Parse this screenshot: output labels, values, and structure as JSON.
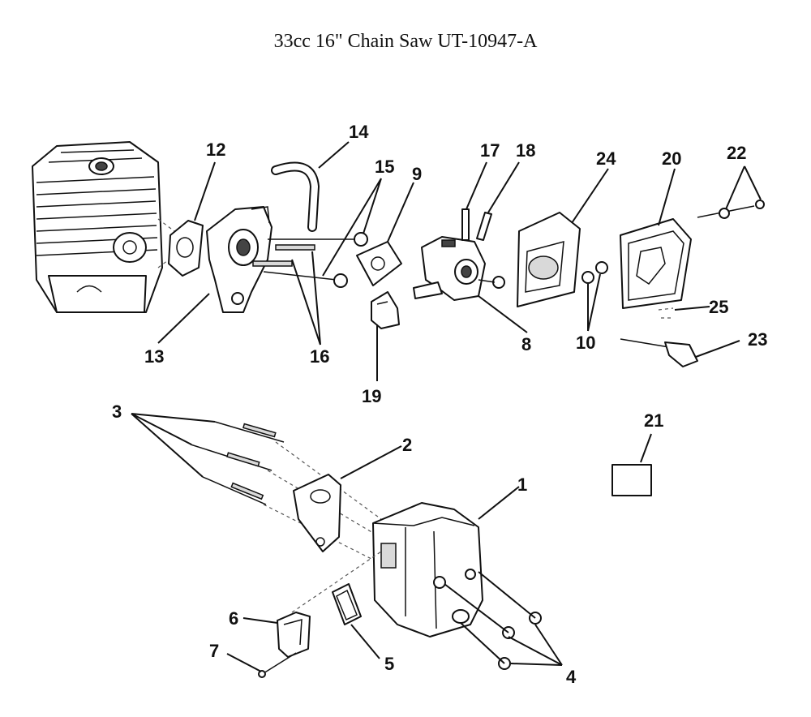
{
  "title": "33cc 16\" Chain Saw UT-10947-A",
  "callouts": {
    "c1": "1",
    "c2": "2",
    "c3": "3",
    "c4": "4",
    "c5": "5",
    "c6": "6",
    "c7": "7",
    "c8": "8",
    "c9": "9",
    "c10": "10",
    "c12": "12",
    "c13": "13",
    "c14": "14",
    "c15": "15",
    "c16": "16",
    "c17": "17",
    "c18": "18",
    "c19": "19",
    "c20": "20",
    "c21": "21",
    "c22": "22",
    "c23": "23",
    "c24": "24",
    "c25": "25"
  }
}
